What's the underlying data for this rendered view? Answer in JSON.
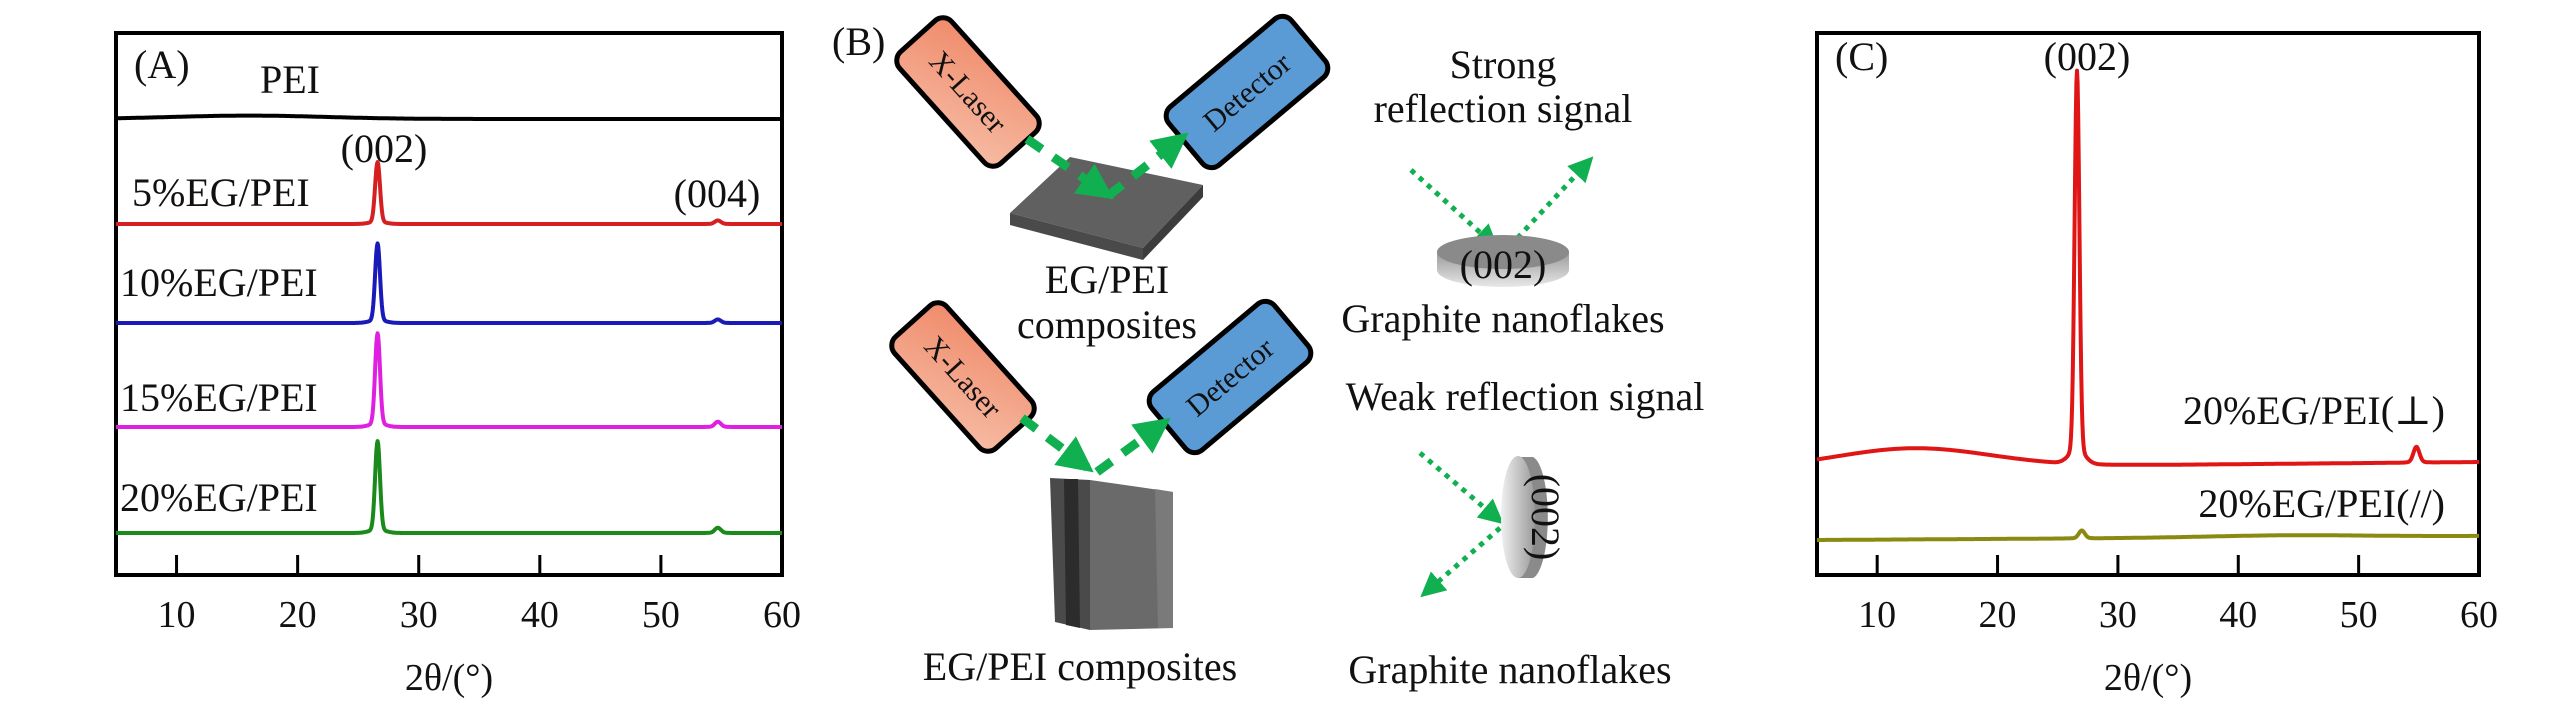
{
  "chart_data": [
    {
      "type": "line",
      "panel_label": "(A)",
      "title": "",
      "xlabel": "2θ/(°)",
      "ylabel": "",
      "xlim": [
        5,
        60
      ],
      "xticks": [
        10,
        20,
        30,
        40,
        50,
        60
      ],
      "stacked_offset": true,
      "legend": "inline-left",
      "annotations": [
        {
          "text": "(002)",
          "x": 26.6
        },
        {
          "text": "(004)",
          "x": 54.7
        }
      ],
      "series": [
        {
          "name": "PEI",
          "color": "#000000",
          "peaks": [],
          "baseline_rel": 0.0,
          "hump": {
            "x": 16,
            "h": 0.02
          }
        },
        {
          "name": "5%EG/PEI",
          "color": "#d42020",
          "peaks": [
            {
              "x": 26.6,
              "h": 0.35
            },
            {
              "x": 54.7,
              "h": 0.02
            }
          ]
        },
        {
          "name": "10%EG/PEI",
          "color": "#1a1ab8",
          "peaks": [
            {
              "x": 26.6,
              "h": 0.45
            },
            {
              "x": 54.7,
              "h": 0.02
            }
          ]
        },
        {
          "name": "15%EG/PEI",
          "color": "#e020e0",
          "peaks": [
            {
              "x": 26.6,
              "h": 0.53
            },
            {
              "x": 54.7,
              "h": 0.03
            }
          ]
        },
        {
          "name": "20%EG/PEI",
          "color": "#1a8a1a",
          "peaks": [
            {
              "x": 26.6,
              "h": 0.52
            },
            {
              "x": 54.7,
              "h": 0.03
            }
          ]
        }
      ]
    },
    {
      "type": "line",
      "panel_label": "(C)",
      "title": "",
      "xlabel": "2θ/(°)",
      "ylabel": "",
      "xlim": [
        5,
        60
      ],
      "xticks": [
        10,
        20,
        30,
        40,
        50,
        60
      ],
      "legend": "inline-right",
      "annotations": [
        {
          "text": "(002)",
          "x": 26.6
        }
      ],
      "series": [
        {
          "name": "20%EG/PEI(⊥)",
          "color": "#e01515",
          "peaks": [
            {
              "x": 26.6,
              "h": 1.0
            },
            {
              "x": 54.8,
              "h": 0.04
            }
          ],
          "hump": {
            "x": 13,
            "h": 0.05
          }
        },
        {
          "name": "20%EG/PEI(//)",
          "color": "#8a8a10",
          "peaks": [
            {
              "x": 27.0,
              "h": 0.02
            }
          ],
          "hump": {
            "x": 44,
            "h": 0.005
          }
        }
      ]
    }
  ],
  "diagram": {
    "panel_label": "(B)",
    "top": {
      "source_label": "X-Laser",
      "detector_label": "Detector",
      "sample_label_line1": "EG/PEI",
      "sample_label_line2": "composites",
      "signal_label_line1": "Strong",
      "signal_label_line2": "reflection signal",
      "plane_label": "(002)",
      "flake_label": "Graphite nanoflakes"
    },
    "bottom": {
      "source_label": "X-Laser",
      "detector_label": "Detector",
      "sample_label": "EG/PEI composites",
      "signal_label": "Weak reflection signal",
      "plane_label": "(002)",
      "flake_label": "Graphite nanoflakes"
    },
    "colors": {
      "laser_fill": "#f0a888",
      "detector_fill": "#5b9bd5",
      "beam": "#10b050",
      "sample": "#5a5a5a"
    }
  }
}
